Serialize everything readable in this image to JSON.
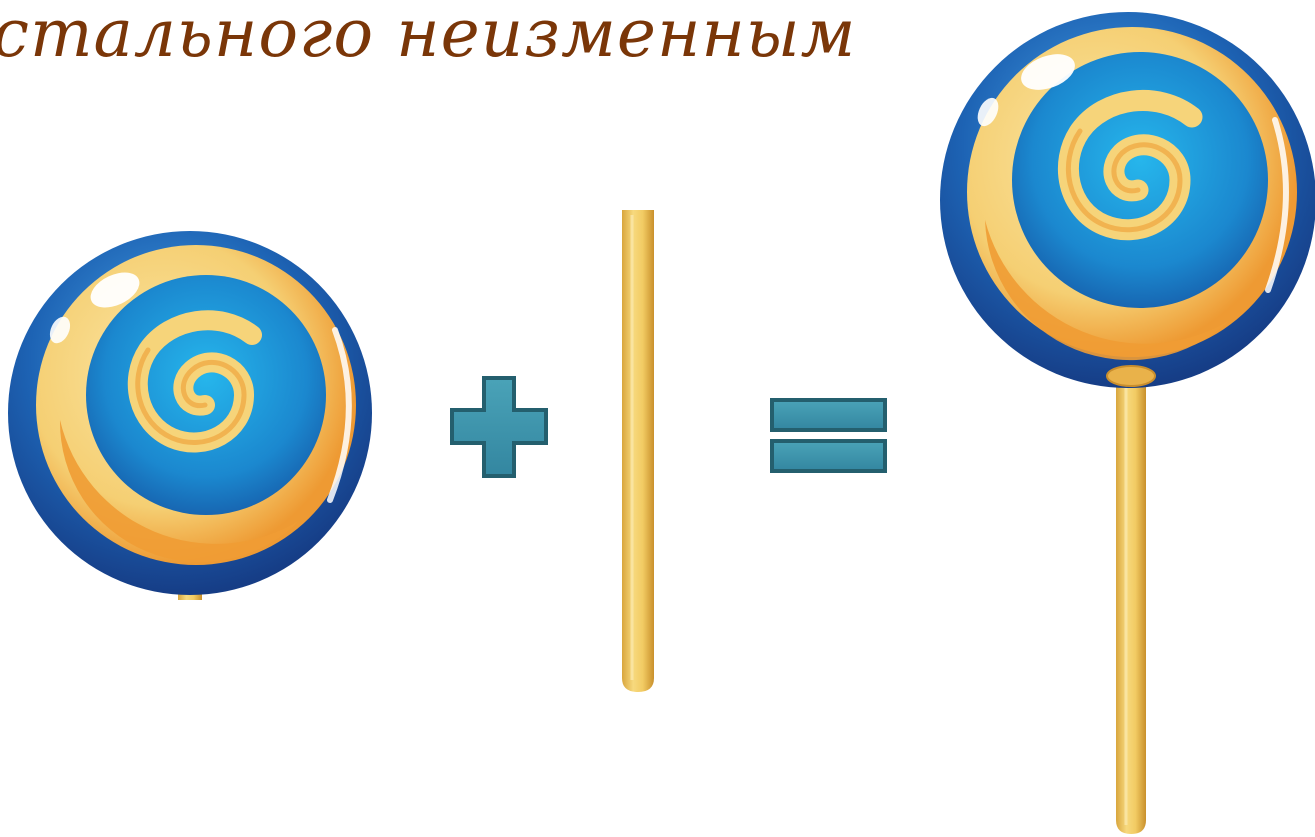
{
  "slide": {
    "title": "стального неизменным",
    "title_color": "#7a3608"
  },
  "equation": {
    "items": [
      "lollipop-head",
      "plus-sign",
      "stick",
      "equals-sign",
      "complete-lollipop"
    ],
    "operator_color": "#3a92a8",
    "operator_border_color": "#245f6e"
  },
  "palette": {
    "candy_outer_blue": "#1d5aa8",
    "candy_inner_blue": "#1a9ad6",
    "swirl_yellow": "#f6d47a",
    "swirl_orange": "#ef9c34",
    "stick_yellow": "#efc65c"
  }
}
